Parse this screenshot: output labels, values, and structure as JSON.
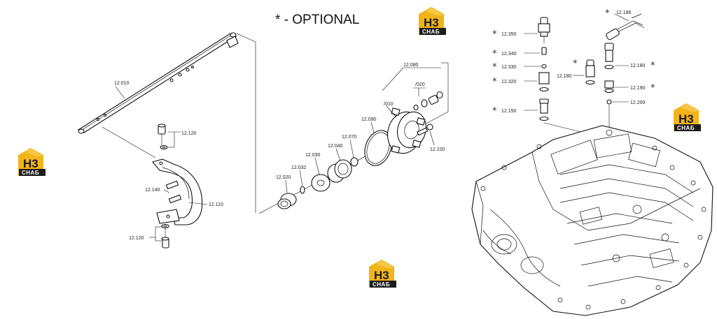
{
  "header": {
    "optional_note": "* - OPTIONAL"
  },
  "watermark": {
    "text": "CHAБ",
    "letters": "H3",
    "color_yellow": "#f2b418",
    "color_dark": "#1c1c1c"
  },
  "parts": {
    "p12010": "12.010",
    "p12120a": "12.120",
    "p12140": "12.140",
    "p12110": "12.110",
    "p12120b": "12.120",
    "p12020": "12.020",
    "p12032": "12.032",
    "p12030": "12.030",
    "p12040": "12.040",
    "p12070": "12.070",
    "p12090": "12.090",
    "p010": "/010",
    "p020": "/020",
    "p12080": "12.080",
    "p12100": "12.100",
    "p12350": "12.350",
    "p12340": "12.340",
    "p12330": "12.330",
    "p12320": "12.320",
    "p12150": "12.150",
    "p12186": "12.186",
    "p12180a": "12.180",
    "p12180b": "12.180",
    "p12190": "12.190",
    "p12200": "12.200"
  },
  "optional_marker": "*"
}
